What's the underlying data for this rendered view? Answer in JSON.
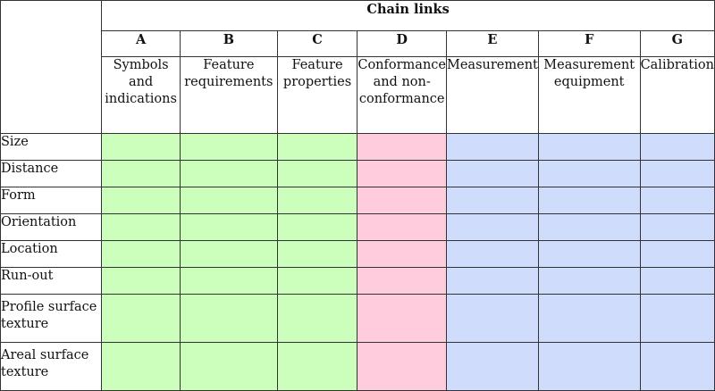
{
  "table": {
    "group_header": "Chain links",
    "columns": [
      {
        "letter": "A",
        "title": "Symbols and indications",
        "color": "#ccffbb"
      },
      {
        "letter": "B",
        "title": "Feature requirements",
        "color": "#ccffbb"
      },
      {
        "letter": "C",
        "title": "Feature properties",
        "color": "#ccffbb"
      },
      {
        "letter": "D",
        "title": "Conformance and non-conformance",
        "color": "#ffccdd"
      },
      {
        "letter": "E",
        "title": "Measurement",
        "color": "#cfdcfc"
      },
      {
        "letter": "F",
        "title": "Measurement equipment",
        "color": "#cfdcfc"
      },
      {
        "letter": "G",
        "title": "Calibration",
        "color": "#cfdcfc"
      }
    ],
    "rows": [
      "Size",
      "Distance",
      "Form",
      "Orientation",
      "Location",
      "Run-out",
      "Profile surface texture",
      "Areal surface texture"
    ]
  }
}
